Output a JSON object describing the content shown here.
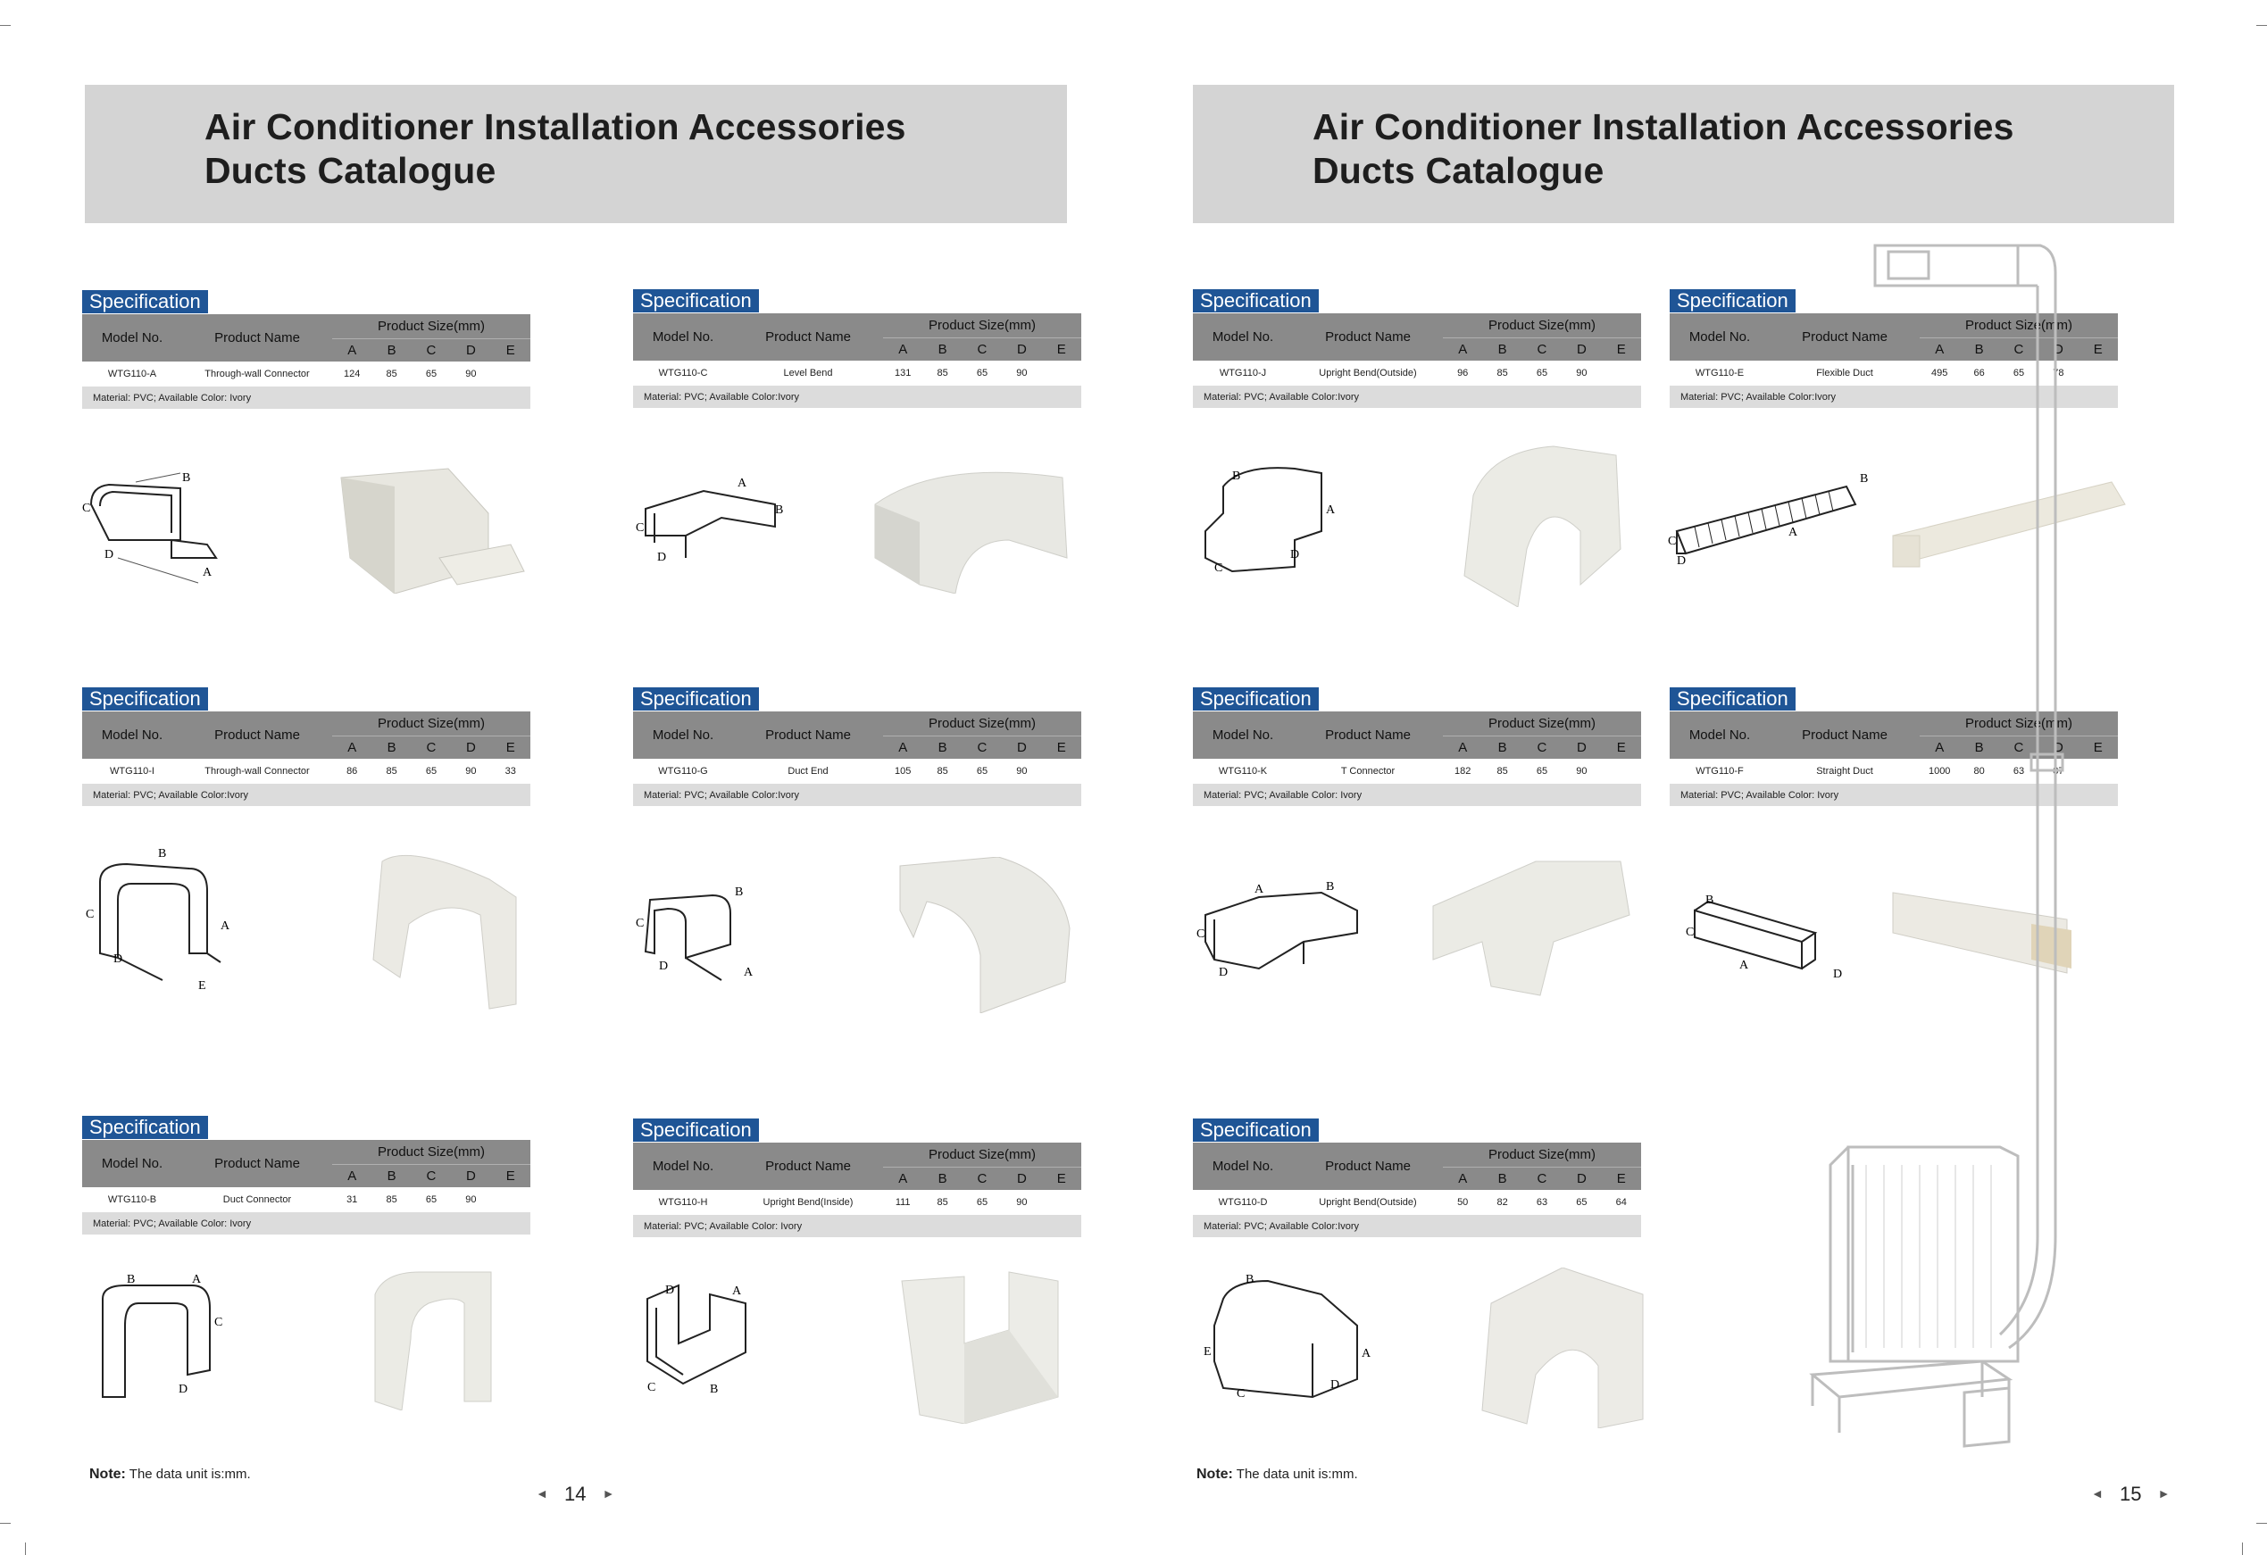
{
  "header": {
    "title_line1": "Air Conditioner Installation Accessories",
    "title_line2": "Ducts Catalogue"
  },
  "spec_label": "Specification",
  "table_headers": {
    "model_no": "Model No.",
    "product_name": "Product Name",
    "product_size": "Product Size(mm)",
    "cols": [
      "A",
      "B",
      "C",
      "D",
      "E"
    ]
  },
  "products": {
    "wtg110a": {
      "model": "WTG110-A",
      "name": "Through-wall Connector",
      "a": "124",
      "b": "85",
      "c": "65",
      "d": "90",
      "e": "",
      "material": "Material:  PVC;    Available Color: Ivory"
    },
    "wtg110c": {
      "model": "WTG110-C",
      "name": "Level Bend",
      "a": "131",
      "b": "85",
      "c": "65",
      "d": "90",
      "e": "",
      "material": "Material:  PVC;    Available Color:Ivory"
    },
    "wtg110i": {
      "model": "WTG110-I",
      "name": "Through-wall Connector",
      "a": "86",
      "b": "85",
      "c": "65",
      "d": "90",
      "e": "33",
      "material": "Material:  PVC;    Available Color:Ivory"
    },
    "wtg110g": {
      "model": "WTG110-G",
      "name": "Duct End",
      "a": "105",
      "b": "85",
      "c": "65",
      "d": "90",
      "e": "",
      "material": "Material:  PVC;    Available Color:Ivory"
    },
    "wtg110b": {
      "model": "WTG110-B",
      "name": "Duct Connector",
      "a": "31",
      "b": "85",
      "c": "65",
      "d": "90",
      "e": "",
      "material": "Material:  PVC;    Available Color: Ivory"
    },
    "wtg110h": {
      "model": "WTG110-H",
      "name": "Upright Bend(Inside)",
      "a": "111",
      "b": "85",
      "c": "65",
      "d": "90",
      "e": "",
      "material": "Material:  PVC;    Available Color: Ivory"
    },
    "wtg110j": {
      "model": "WTG110-J",
      "name": "Upright Bend(Outside)",
      "a": "96",
      "b": "85",
      "c": "65",
      "d": "90",
      "e": "",
      "material": "Material:  PVC;    Available Color:Ivory"
    },
    "wtg110e": {
      "model": "WTG110-E",
      "name": "Flexible Duct",
      "a": "495",
      "b": "66",
      "c": "65",
      "d": "78",
      "e": "",
      "material": "Material:  PVC;    Available Color:Ivory"
    },
    "wtg110k": {
      "model": "WTG110-K",
      "name": "T Connector",
      "a": "182",
      "b": "85",
      "c": "65",
      "d": "90",
      "e": "",
      "material": "Material:  PVC;    Available Color: Ivory"
    },
    "wtg110f": {
      "model": "WTG110-F",
      "name": "Straight Duct",
      "a": "1000",
      "b": "80",
      "c": "63",
      "d": "87",
      "e": "",
      "material": "Material:  PVC;    Available Color: Ivory"
    },
    "wtg110d": {
      "model": "WTG110-D",
      "name": "Upright Bend(Outside)",
      "a": "50",
      "b": "82",
      "c": "63",
      "d": "65",
      "e": "64",
      "material": "Material:  PVC;    Available Color:Ivory"
    }
  },
  "note": {
    "label": "Note:",
    "text": "The data unit is:mm."
  },
  "pages": {
    "left": "14",
    "right": "15"
  },
  "colors": {
    "spec_tag": "#1f5596",
    "header_bg": "#d4d4d4",
    "table_header": "#8a8a8a",
    "material_row": "#dcdcdc"
  }
}
